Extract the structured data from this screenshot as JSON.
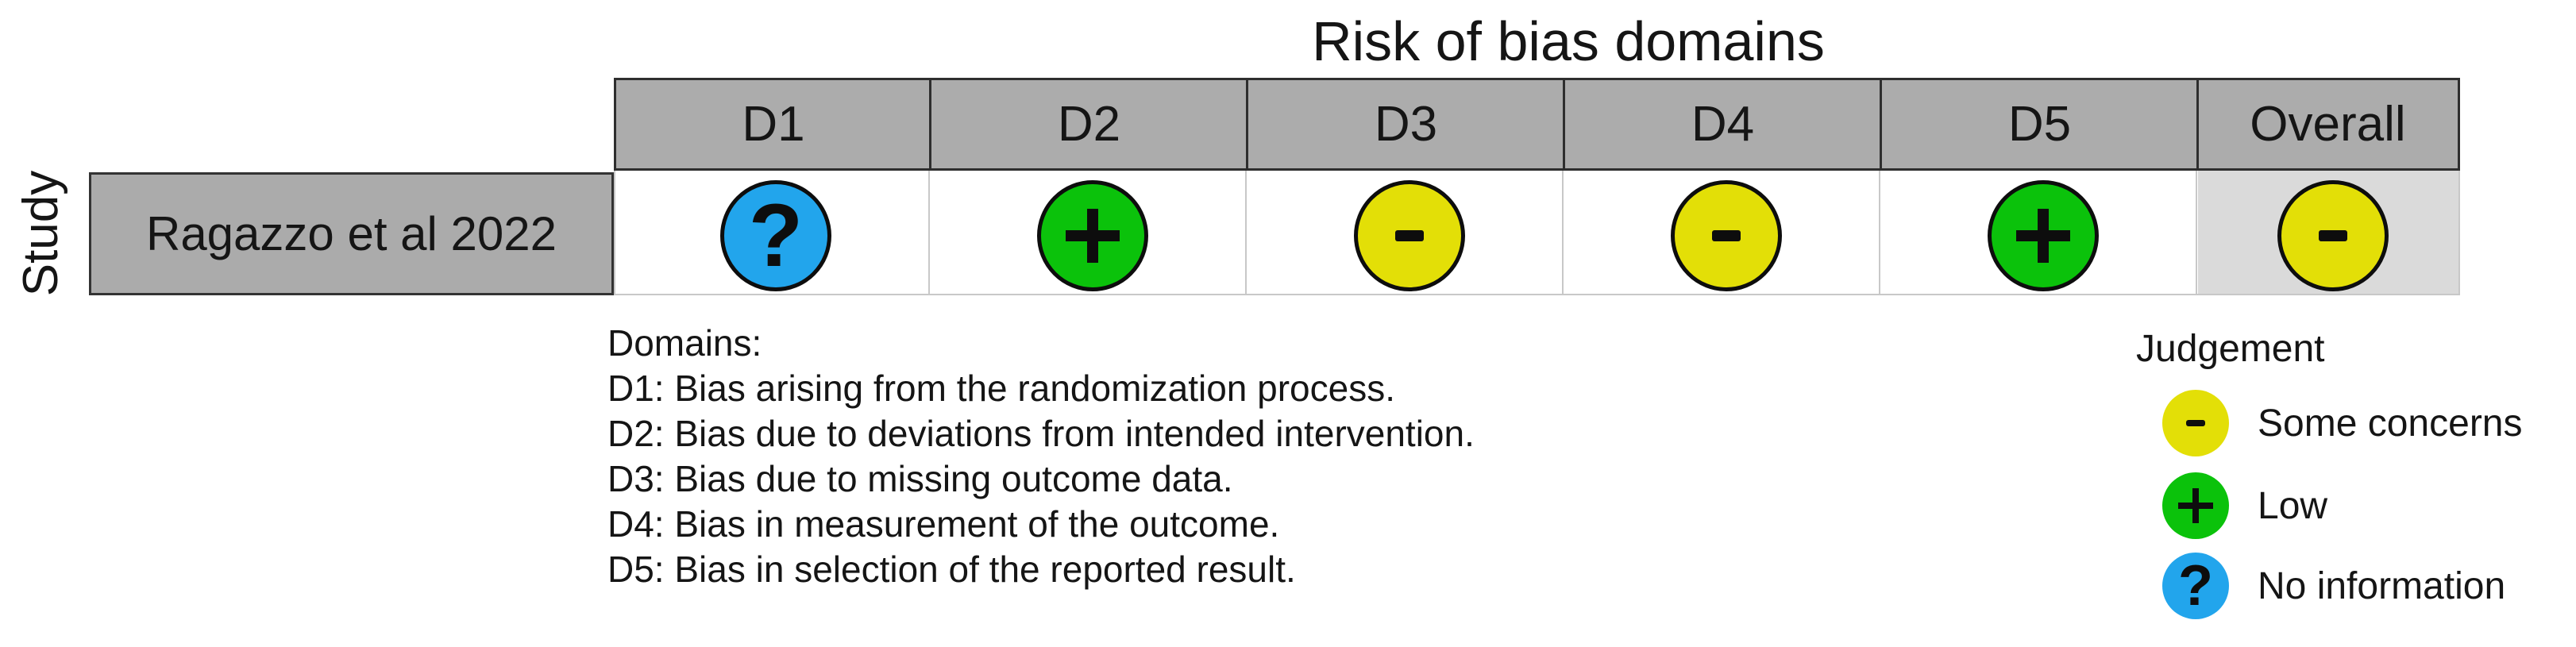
{
  "title": "Risk of bias domains",
  "study_axis_label": "Study",
  "columns": [
    "D1",
    "D2",
    "D3",
    "D4",
    "D5",
    "Overall"
  ],
  "study": {
    "name": "Ragazzo et al 2022",
    "judgements": [
      {
        "domain": "D1",
        "symbol": "?",
        "label": "No information",
        "color": "#22A5EC"
      },
      {
        "domain": "D2",
        "symbol": "+",
        "label": "Low",
        "color": "#0BC20B"
      },
      {
        "domain": "D3",
        "symbol": "-",
        "label": "Some concerns",
        "color": "#E3DF07"
      },
      {
        "domain": "D4",
        "symbol": "-",
        "label": "Some concerns",
        "color": "#E3DF07"
      },
      {
        "domain": "D5",
        "symbol": "+",
        "label": "Low",
        "color": "#0BC20B"
      },
      {
        "domain": "Overall",
        "symbol": "-",
        "label": "Some concerns",
        "color": "#E3DF07"
      }
    ]
  },
  "domains_note": {
    "heading": "Domains:",
    "lines": [
      "D1: Bias arising from the randomization process.",
      "D2: Bias due to deviations from intended intervention.",
      "D3: Bias due to missing outcome data.",
      "D4: Bias in measurement of the outcome.",
      "D5: Bias in selection of the reported result."
    ]
  },
  "legend": {
    "heading": "Judgement",
    "items": [
      {
        "symbol": "-",
        "label": "Some concerns",
        "color": "#E3DF07"
      },
      {
        "symbol": "+",
        "label": "Low",
        "color": "#0BC20B"
      },
      {
        "symbol": "?",
        "label": "No information",
        "color": "#22A5EC"
      }
    ]
  },
  "colors": {
    "header_bg": "#ACACAC",
    "study_cell_bg": "#ABABAB",
    "overall_cell_bg": "#DADADA",
    "grid_border": "#2E2E2E",
    "light_border": "#C8C8C8",
    "symbol": "#0D0D0D"
  },
  "chart_data": {
    "type": "table",
    "title": "Risk of bias domains",
    "columns": [
      "D1",
      "D2",
      "D3",
      "D4",
      "D5",
      "Overall"
    ],
    "row_axis_label": "Study",
    "rows": [
      {
        "study": "Ragazzo et al 2022",
        "judgements": [
          "No information",
          "Low",
          "Some concerns",
          "Some concerns",
          "Low",
          "Some concerns"
        ],
        "symbols": [
          "?",
          "+",
          "-",
          "-",
          "+",
          "-"
        ]
      }
    ],
    "legend_title": "Judgement",
    "legend_entries": [
      "Some concerns",
      "Low",
      "No information"
    ],
    "footnote_heading": "Domains:",
    "footnotes": [
      "D1: Bias arising from the randomization process.",
      "D2: Bias due to deviations from intended intervention.",
      "D3: Bias due to missing outcome data.",
      "D4: Bias in measurement of the outcome.",
      "D5: Bias in selection of the reported result."
    ]
  }
}
